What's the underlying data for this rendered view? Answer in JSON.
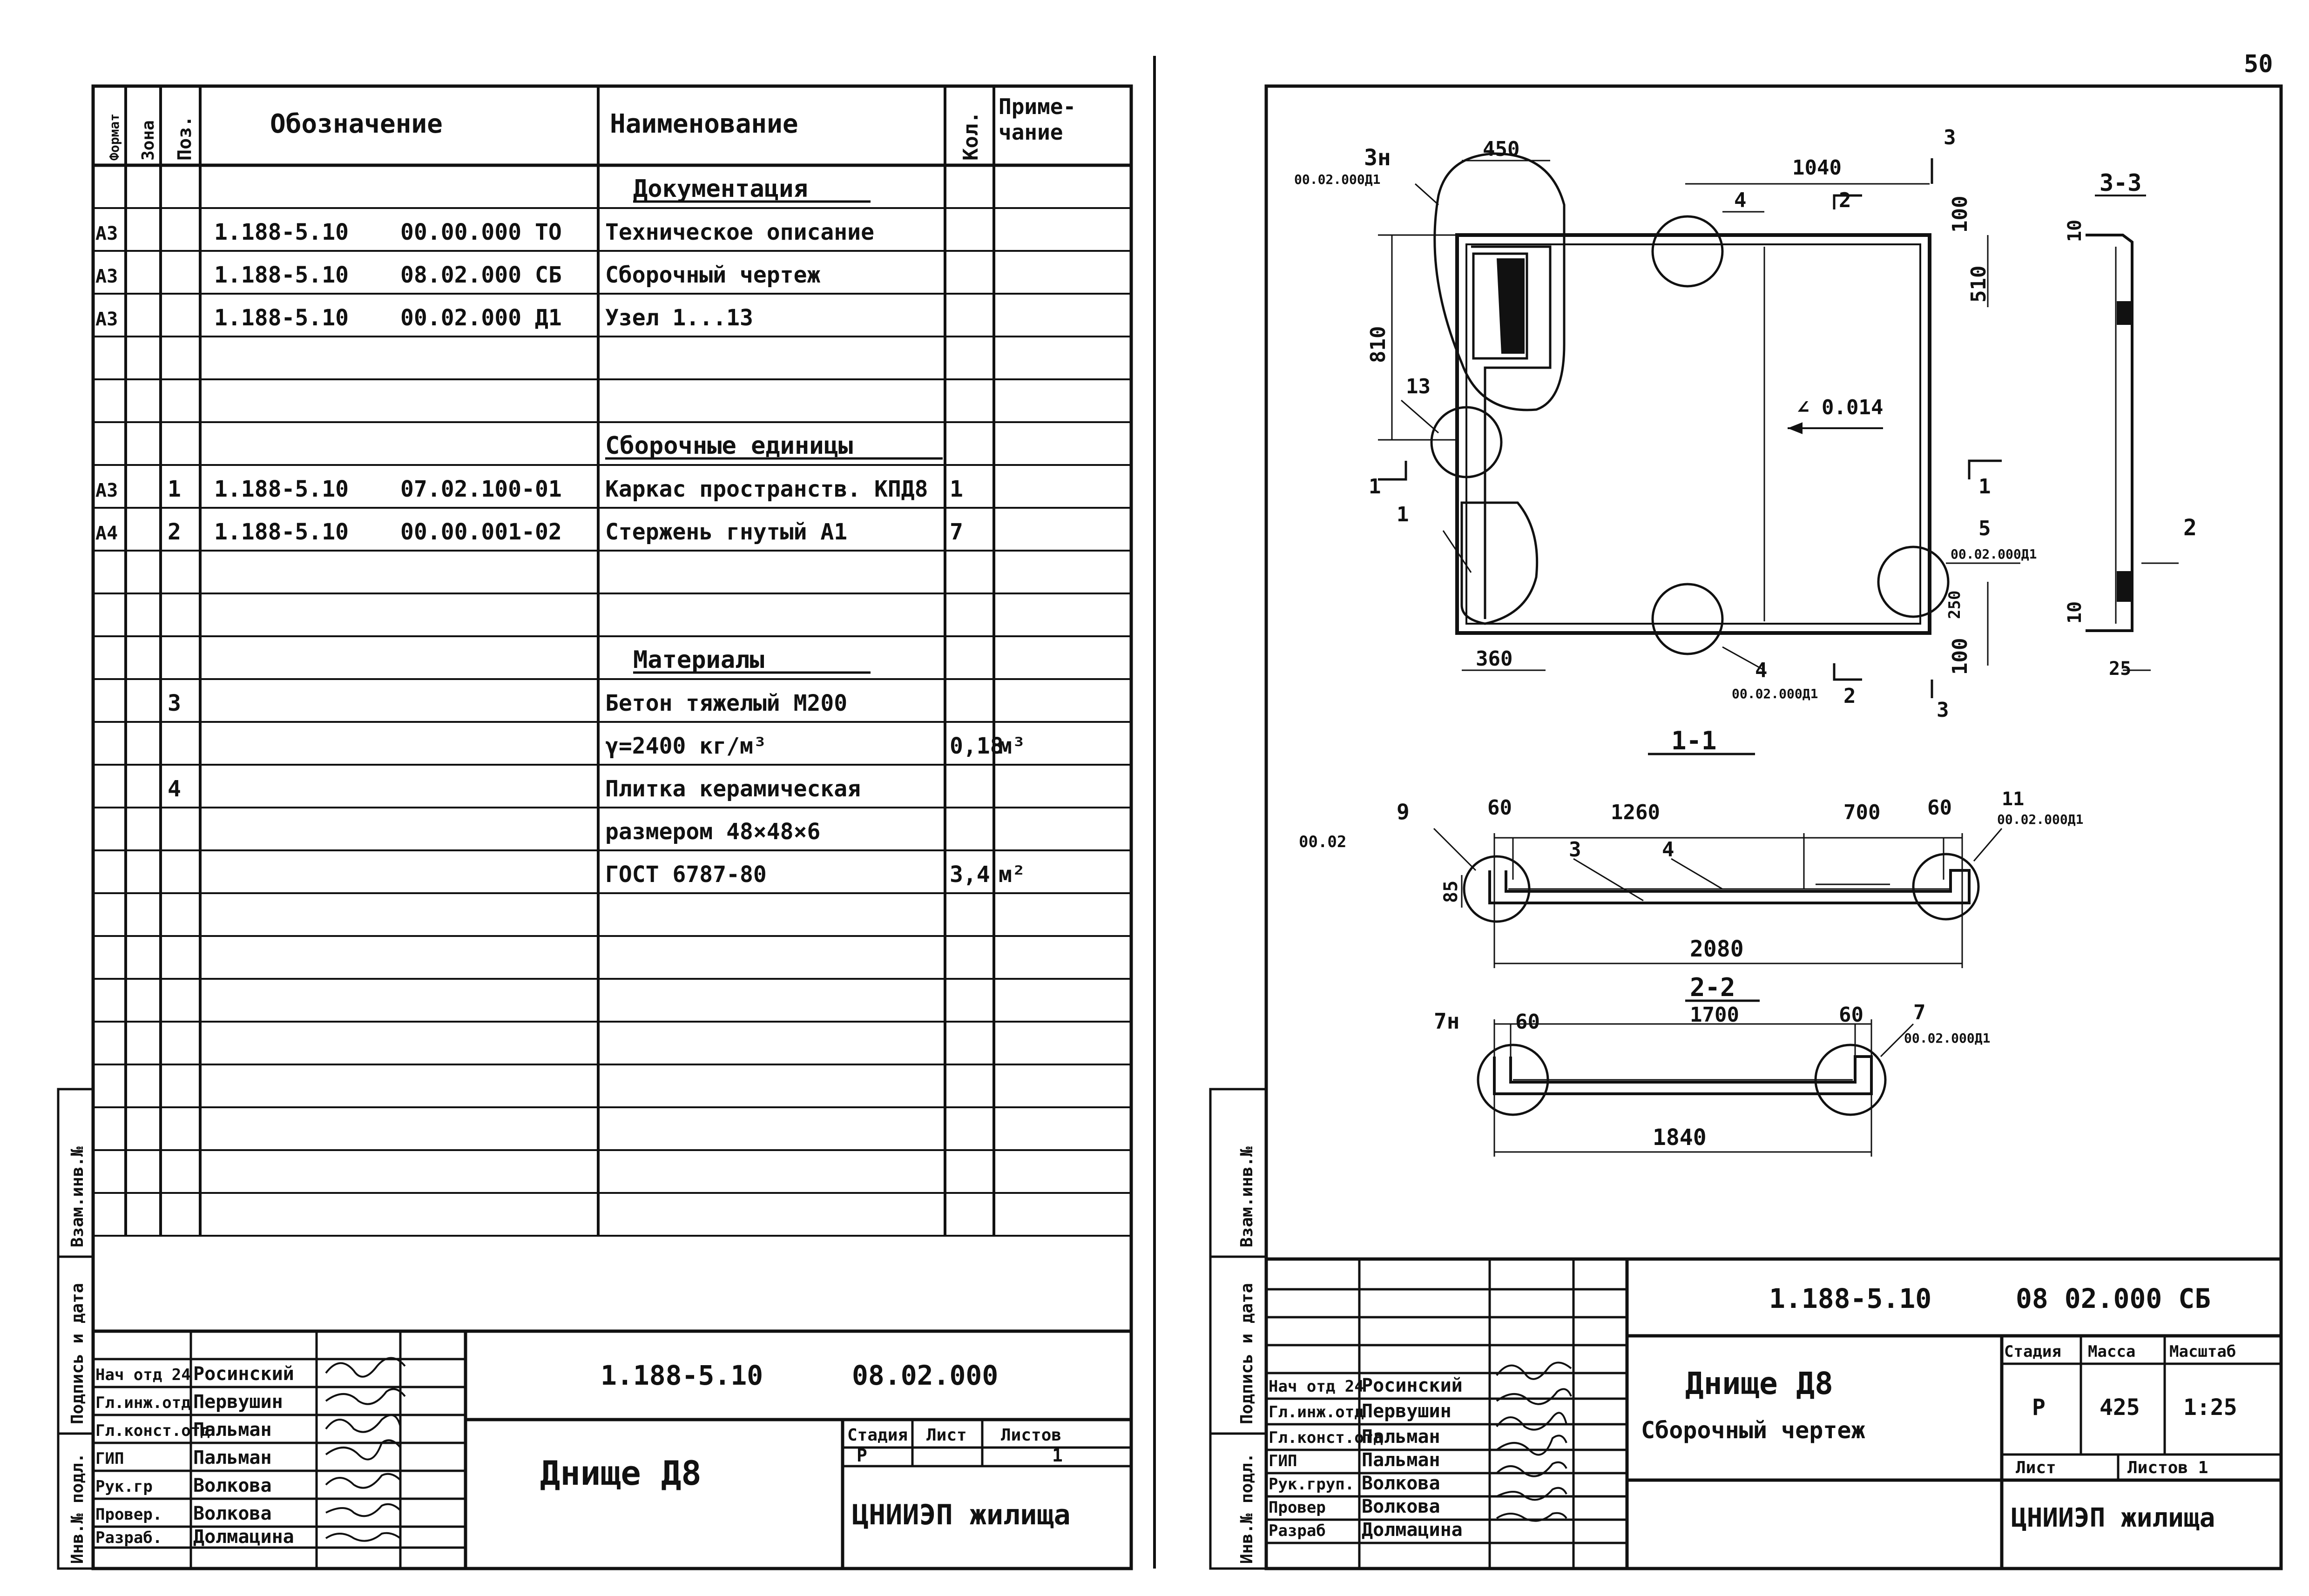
{
  "page_number": "50",
  "spec": {
    "headers": {
      "format": "Формат",
      "zone": "Зона",
      "pos": "Поз.",
      "designation": "Обозначение",
      "name": "Наименование",
      "qty": "Кол.",
      "note": "Приме-\nчание"
    },
    "rows": [
      {
        "format": "",
        "zone": "",
        "pos": "",
        "code": "",
        "num": "",
        "name": "Документация",
        "qty": "",
        "note": "",
        "section": true
      },
      {
        "format": "А3",
        "zone": "",
        "pos": "",
        "code": "1.188-5.10",
        "num": "00.00.000 ТО",
        "name": "Техническое описание",
        "qty": "",
        "note": ""
      },
      {
        "format": "А3",
        "zone": "",
        "pos": "",
        "code": "1.188-5.10",
        "num": "08.02.000 СБ",
        "name": "Сборочный чертеж",
        "qty": "",
        "note": ""
      },
      {
        "format": "А3",
        "zone": "",
        "pos": "",
        "code": "1.188-5.10",
        "num": "00.02.000 Д1",
        "name": "Узел 1...13",
        "qty": "",
        "note": ""
      },
      {
        "format": "",
        "zone": "",
        "pos": "",
        "code": "",
        "num": "",
        "name": "",
        "qty": "",
        "note": ""
      },
      {
        "format": "",
        "zone": "",
        "pos": "",
        "code": "",
        "num": "",
        "name": "",
        "qty": "",
        "note": ""
      },
      {
        "format": "",
        "zone": "",
        "pos": "",
        "code": "",
        "num": "",
        "name": "Сборочные единицы",
        "qty": "",
        "note": "",
        "section": true
      },
      {
        "format": "А3",
        "zone": "",
        "pos": "1",
        "code": "1.188-5.10",
        "num": "07.02.100-01",
        "name": "Каркас пространств. КПД8",
        "qty": "1",
        "note": ""
      },
      {
        "format": "А4",
        "zone": "",
        "pos": "2",
        "code": "1.188-5.10",
        "num": "00.00.001-02",
        "name": "Стержень гнутый А1",
        "qty": "7",
        "note": ""
      },
      {
        "format": "",
        "zone": "",
        "pos": "",
        "code": "",
        "num": "",
        "name": "",
        "qty": "",
        "note": ""
      },
      {
        "format": "",
        "zone": "",
        "pos": "",
        "code": "",
        "num": "",
        "name": "",
        "qty": "",
        "note": ""
      },
      {
        "format": "",
        "zone": "",
        "pos": "",
        "code": "",
        "num": "",
        "name": "Материалы",
        "qty": "",
        "note": "",
        "section": true
      },
      {
        "format": "",
        "zone": "",
        "pos": "3",
        "code": "",
        "num": "",
        "name": "Бетон тяжелый М200",
        "qty": "",
        "note": ""
      },
      {
        "format": "",
        "zone": "",
        "pos": "",
        "code": "",
        "num": "",
        "name": "γ=2400 кг/м³",
        "qty": "0,18",
        "note": "м³"
      },
      {
        "format": "",
        "zone": "",
        "pos": "4",
        "code": "",
        "num": "",
        "name": "Плитка керамическая",
        "qty": "",
        "note": ""
      },
      {
        "format": "",
        "zone": "",
        "pos": "",
        "code": "",
        "num": "",
        "name": "размером 48×48×6",
        "qty": "",
        "note": ""
      },
      {
        "format": "",
        "zone": "",
        "pos": "",
        "code": "",
        "num": "",
        "name": "ГОСТ 6787-80",
        "qty": "3,4",
        "note": "м²"
      }
    ]
  },
  "side_labels": [
    "Инв.№ подл.",
    "Подпись и дата",
    "Взам.инв.№"
  ],
  "left_title": {
    "code": "1.188-5.10",
    "number": "08.02.000",
    "name": "Днище Д8",
    "stage_label": "Стадия",
    "sheet_label": "Лист",
    "sheets_label": "Листов",
    "stage": "Р",
    "sheets": "1",
    "org": "ЦНИИЭП жилища",
    "people": [
      {
        "role": "Нач отд 24",
        "name": "Росинский"
      },
      {
        "role": "Гл.инж.отд",
        "name": "Первушин"
      },
      {
        "role": "Гл.конст.отд",
        "name": "Пальман"
      },
      {
        "role": "ГИП",
        "name": "Пальман"
      },
      {
        "role": "Рук.гр",
        "name": "Волкова"
      },
      {
        "role": "Провер.",
        "name": "Волкова"
      },
      {
        "role": "Разраб.",
        "name": "Долмацина"
      }
    ]
  },
  "right_title": {
    "code": "1.188-5.10",
    "number": "08 02.000 СБ",
    "name": "Днище Д8",
    "subtitle": "Сборочный чертеж",
    "stage_label": "Стадия",
    "mass_label": "Масса",
    "scale_label": "Масштаб",
    "stage": "Р",
    "mass": "425",
    "scale": "1:25",
    "sheet_label": "Лист",
    "sheets_label": "Листов 1",
    "org": "ЦНИИЭП жилища",
    "people": [
      {
        "role": "Нач отд 24",
        "name": "Росинский"
      },
      {
        "role": "Гл.инж.отд",
        "name": "Первушин"
      },
      {
        "role": "Гл.конст.отд",
        "name": "Пальман"
      },
      {
        "role": "ГИП",
        "name": "Пальман"
      },
      {
        "role": "Рук.груп.",
        "name": "Волкова"
      },
      {
        "role": "Провер",
        "name": "Волкова"
      },
      {
        "role": "Разраб",
        "name": "Долмацина"
      }
    ]
  },
  "drawing": {
    "plan": {
      "dim_450": "450",
      "dim_1040": "1040",
      "dim_100_top": "100",
      "dim_510": "510",
      "dim_810": "810",
      "dim_360": "360",
      "dim_250": "250",
      "dim_100_bottom": "100",
      "slope": "∠ 0.014",
      "node_3n": "3н",
      "node_3n_ref": "00.02.000Д1",
      "node_5": "5",
      "node_5_ref": "00.02.000Д1",
      "node_4": "4",
      "node_4_ref": "00.02.000Д1",
      "node_4_top": "4",
      "node_13": "13",
      "pos_1": "1",
      "cut_1": "1",
      "cut_1b": "1",
      "cut_2": "2",
      "cut_2b": "2",
      "cut_3": "3",
      "cut_3b": "3"
    },
    "section33": {
      "label": "3-3",
      "dim_10a": "10",
      "dim_10b": "10",
      "dim_25": "25",
      "pos_2": "2"
    },
    "section11": {
      "label": "1-1",
      "node_9": "9",
      "node_9_ref": "00.02",
      "dim_60a": "60",
      "dim_1260": "1260",
      "dim_700": "700",
      "dim_60b": "60",
      "node_11": "11",
      "node_11_ref": "00.02.000Д1",
      "dim_85": "85",
      "pos_3": "3",
      "pos_4": "4",
      "dim_2080": "2080"
    },
    "section22": {
      "label": "2-2",
      "node_7n": "7н",
      "dim_60a": "60",
      "dim_1700": "1700",
      "dim_60b": "60",
      "node_7": "7",
      "node_7_ref": "00.02.000Д1",
      "dim_1840": "1840"
    }
  }
}
